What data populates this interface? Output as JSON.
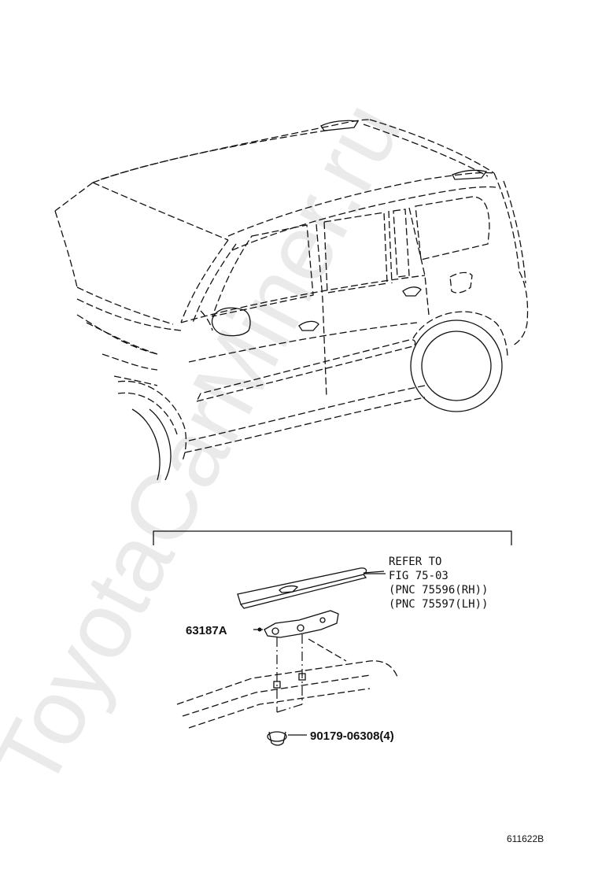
{
  "watermark": "ToyotaCarMiner.ru",
  "callouts": {
    "refer": {
      "line1": "REFER TO",
      "line2": "FIG 75-03",
      "line3": "(PNC 75596(RH))",
      "line4": "(PNC 75597(LH))"
    },
    "part_bracket": "63187A",
    "part_clip": "90179-06308(4)"
  },
  "figure_code": "611622B"
}
